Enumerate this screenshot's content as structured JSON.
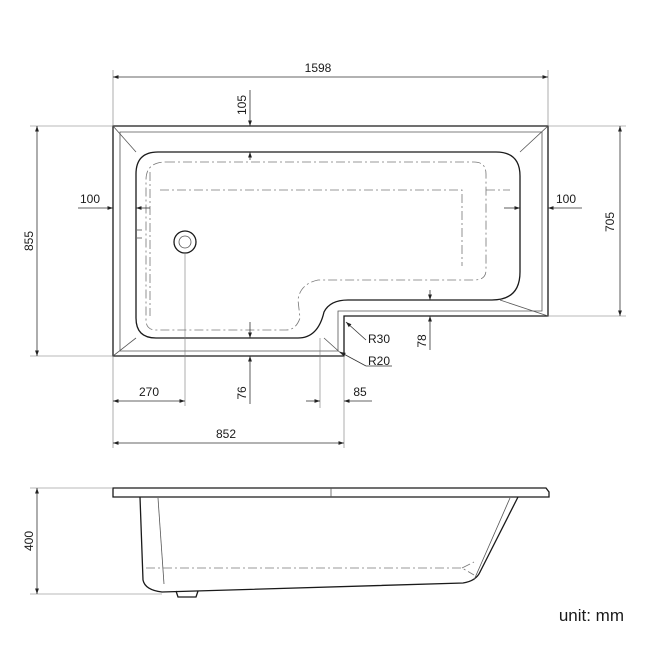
{
  "dimensions": {
    "overall_length": "1598",
    "overall_width": "855",
    "rim_top": "105",
    "rim_left": "100",
    "rim_right": "100",
    "shower_width": "705",
    "step_depth": "78",
    "radius_outer": "R30",
    "radius_inner": "R20",
    "waste_offset": "270",
    "bottom_rim": "76",
    "step_rim": "85",
    "bath_body_length": "852",
    "height": "400"
  },
  "unit_label": "unit: mm"
}
